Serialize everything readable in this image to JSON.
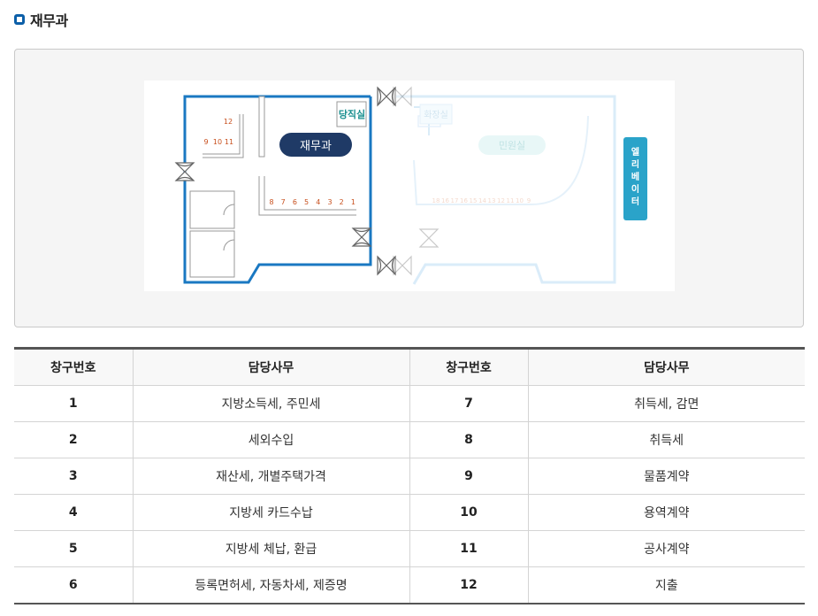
{
  "header": {
    "title": "재무과"
  },
  "map": {
    "rooms": {
      "duty_room": "당직실",
      "restroom": "화장실",
      "current_dept": "재무과",
      "civil_service": "민원실",
      "elevator": "엘리베이터"
    },
    "left_windows": [
      "12",
      "9",
      "10",
      "11"
    ],
    "main_windows": [
      "8",
      "7",
      "6",
      "5",
      "4",
      "3",
      "2",
      "1"
    ],
    "faded_windows": [
      "18",
      "16",
      "17",
      "16",
      "15",
      "14",
      "13",
      "12",
      "11",
      "10",
      "9"
    ],
    "colors": {
      "wall_active": "#1a78c2",
      "wall_faded": "#d6eaf8",
      "dept_badge": "#1f3a66",
      "elevator": "#2aa3c9",
      "window_number": "#c8501e",
      "duty_text": "#1a8f8f"
    }
  },
  "table": {
    "headers": [
      "창구번호",
      "담당사무",
      "창구번호",
      "담당사무"
    ],
    "rows": [
      {
        "left_no": "1",
        "left_task": "지방소득세, 주민세",
        "right_no": "7",
        "right_task": "취득세, 감면"
      },
      {
        "left_no": "2",
        "left_task": "세외수입",
        "right_no": "8",
        "right_task": "취득세"
      },
      {
        "left_no": "3",
        "left_task": "재산세, 개별주택가격",
        "right_no": "9",
        "right_task": "물품계약"
      },
      {
        "left_no": "4",
        "left_task": "지방세 카드수납",
        "right_no": "10",
        "right_task": "용역계약"
      },
      {
        "left_no": "5",
        "left_task": "지방세 체납, 환급",
        "right_no": "11",
        "right_task": "공사계약"
      },
      {
        "left_no": "6",
        "left_task": "등록면허세, 자동차세, 제증명",
        "right_no": "12",
        "right_task": "지출"
      }
    ]
  }
}
